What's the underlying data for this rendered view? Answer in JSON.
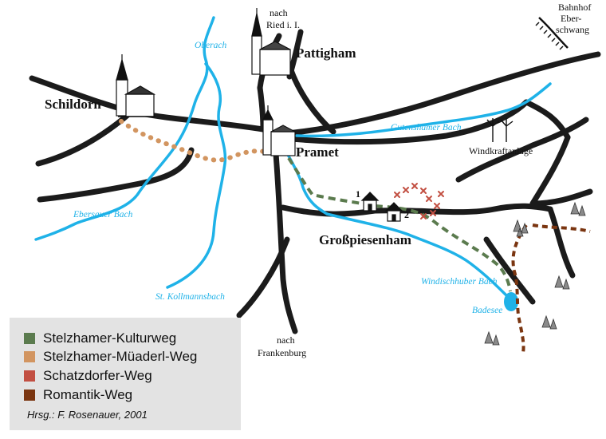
{
  "places": {
    "schildorn": "Schildorn",
    "pattigham": "Pattigham",
    "pramet": "Pramet",
    "grosspiesenham": "Großpiesenham",
    "ried_1": "nach",
    "ried_2": "Ried i. I.",
    "frankenburg_1": "nach",
    "frankenburg_2": "Frankenburg",
    "bahnhof_1": "Bahnhof",
    "bahnhof_2": "Eber-",
    "bahnhof_3": "schwang",
    "windkraft": "Windkraftanlage"
  },
  "streams": {
    "oberach": "Oberach",
    "gutenshamer": "Gutenshamer Bach",
    "ebersauer": "Ebersauer Bach",
    "kollmanns": "St. Kollmannsbach",
    "windischhuber": "Windischhuber Bach",
    "badesee": "Badesee"
  },
  "markers": {
    "one": "1",
    "two": "2"
  },
  "legend": {
    "items": [
      {
        "label": "Stelzhamer-Kulturweg",
        "color": "#5b7b4e"
      },
      {
        "label": "Stelzhamer-Müaderl-Weg",
        "color": "#d29560"
      },
      {
        "label": "Schatzdorfer-Weg",
        "color": "#c24f42"
      },
      {
        "label": "Romantik-Weg",
        "color": "#7a3510"
      }
    ],
    "credit": "Hrsg.: F. Rosenauer, 2001"
  },
  "colors": {
    "water": "#1fb2e8",
    "road": "#1b1b1b",
    "kulturweg": "#5b7b4e",
    "mueaderl": "#d29560",
    "schatzdorfer": "#c24f42",
    "romantik": "#7a3510"
  }
}
